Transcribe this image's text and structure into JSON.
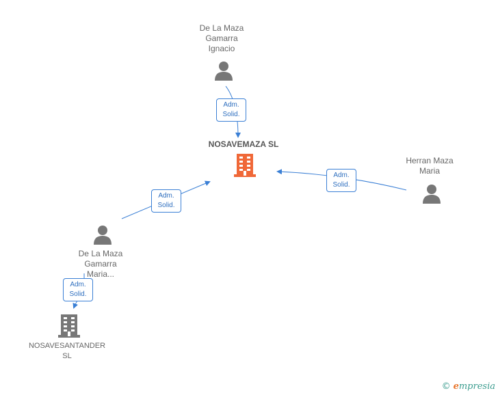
{
  "nodes": {
    "person_top": {
      "label": "De La Maza\nGamarra\nIgnacio",
      "icon": "person-icon"
    },
    "company_main": {
      "label": "NOSAVEMAZA SL",
      "icon": "building-icon",
      "color": "#f06838"
    },
    "person_right": {
      "label": "Herran Maza\nMaria",
      "icon": "person-icon"
    },
    "person_left": {
      "label": "De La Maza\nGamarra\nMaria...",
      "icon": "person-icon"
    },
    "company_bottom": {
      "label": "NOSAVESANTANDER\nSL",
      "icon": "building-icon",
      "color": "#777777"
    }
  },
  "edges": [
    {
      "line1": "Adm.",
      "line2": "Solid."
    },
    {
      "line1": "Adm.",
      "line2": "Solid."
    },
    {
      "line1": "Adm.",
      "line2": "Solid."
    },
    {
      "line1": "Adm.",
      "line2": "Solid."
    }
  ],
  "footer": {
    "copyright": "©",
    "brand_initial": "e",
    "brand_rest": "mpresia"
  },
  "colors": {
    "edge": "#3a7fd5",
    "person": "#777777"
  }
}
